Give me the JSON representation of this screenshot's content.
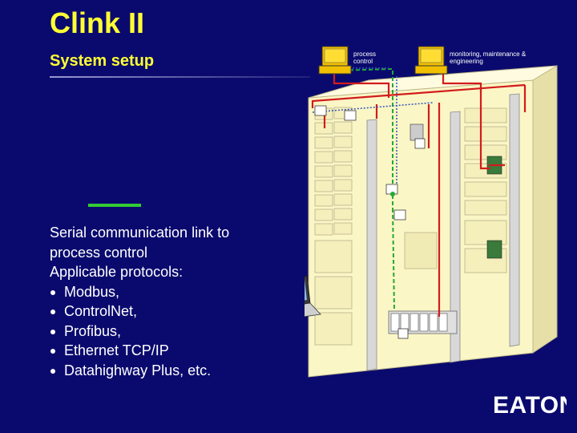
{
  "slide": {
    "title": "Clink II",
    "subtitle": "System setup",
    "desc_lines": [
      "Serial communication link to",
      "process control",
      "Applicable protocols:"
    ],
    "protocols": [
      "Modbus,",
      "ControlNet,",
      "Profibus,",
      "Ethernet TCP/IP",
      "Datahighway Plus, etc."
    ]
  },
  "diagram": {
    "label_process": [
      "process",
      "control"
    ],
    "label_monitoring": [
      "monitoring, maintenance &",
      "engineering"
    ]
  },
  "logo": {
    "text": "EATON"
  },
  "colors": {
    "background": "#0a0a6e",
    "title": "#ffff33",
    "accent_line": "#33cc33",
    "cabinet": "#fbf6c6",
    "red_bus": "#d21c1c",
    "green_bus": "#22aa33",
    "blue_bus": "#3355bb"
  }
}
